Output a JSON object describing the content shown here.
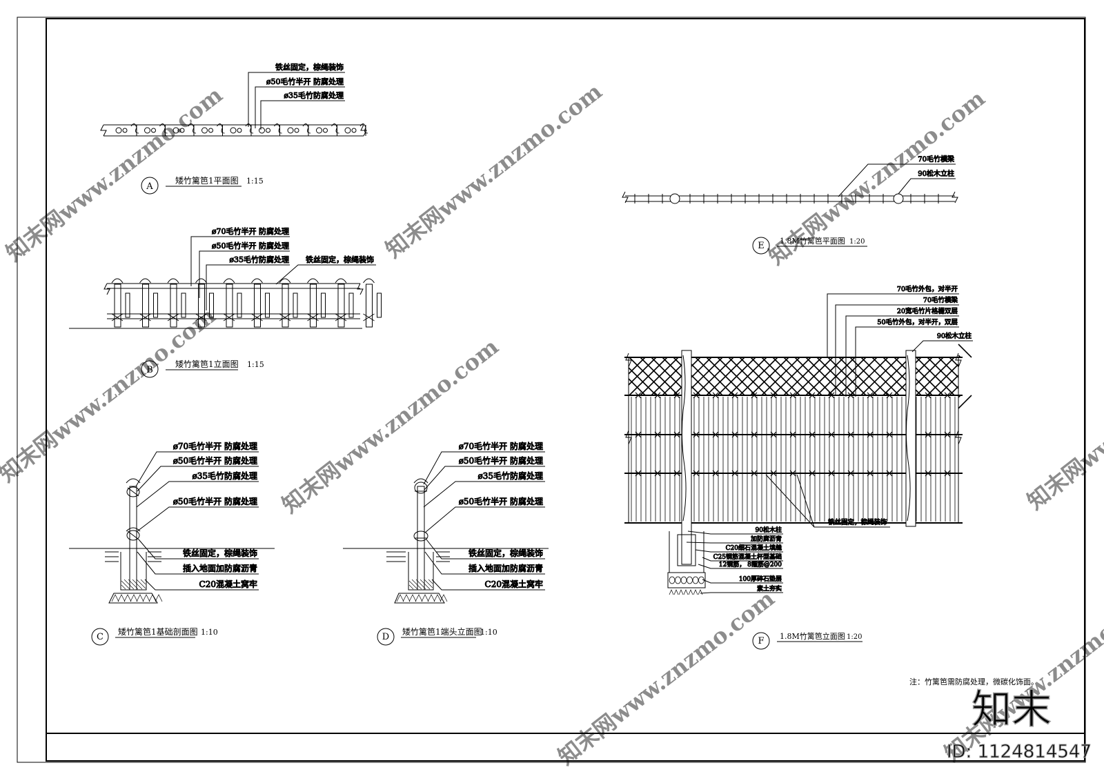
{
  "views": {
    "A": {
      "marker": "A",
      "title": "矮竹篱笆1平面图",
      "scale": "1:15",
      "callouts": [
        "铁丝固定，棕绳装饰",
        "ø50毛竹半开 防腐处理",
        "ø35毛竹防腐处理"
      ]
    },
    "B": {
      "marker": "B",
      "title": "矮竹篱笆1立面图",
      "scale": "1:15",
      "callouts": [
        "ø70毛竹半开 防腐处理",
        "ø50毛竹半开 防腐处理",
        "ø35毛竹防腐处理",
        "铁丝固定，棕绳装饰"
      ]
    },
    "C": {
      "marker": "C",
      "title": "矮竹篱笆1基础剖面图",
      "scale": "1:10",
      "callouts": [
        "ø70毛竹半开 防腐处理",
        "ø50毛竹半开 防腐处理",
        "ø35毛竹防腐处理",
        "ø50毛竹半开 防腐处理",
        "铁丝固定，棕绳装饰",
        "插入地面加防腐沥青",
        "C20混凝土窝牢"
      ]
    },
    "D": {
      "marker": "D",
      "title": "矮竹篱笆1端头立面图",
      "scale": "1:10",
      "callouts": [
        "ø70毛竹半开 防腐处理",
        "ø50毛竹半开 防腐处理",
        "ø35毛竹防腐处理",
        "ø50毛竹半开 防腐处理",
        "铁丝固定，棕绳装饰",
        "插入地面加防腐沥青",
        "C20混凝土窝牢"
      ]
    },
    "E": {
      "marker": "E",
      "title": "1.8M竹篱笆平面图",
      "scale": "1:20",
      "callouts": [
        "70毛竹横梁",
        "90松木立柱"
      ]
    },
    "F": {
      "marker": "F",
      "title": "1.8M竹篱笆立面图",
      "scale": "1:20",
      "callouts_top": [
        "70毛竹外包，对半开",
        "70毛竹横梁",
        "20宽毛竹片格栅双层",
        "50毛竹外包，对半开，双层",
        "90松木立柱"
      ],
      "callout_middle": "铁丝固定，棕绳装饰",
      "callouts_base": [
        "90松木柱",
        "加防腐沥青",
        "C20细石混凝土填缝",
        "C25钢筋混凝土杯型基础",
        "12钢筋，   8箍筋@200",
        "100厚碎石垫层",
        "素土夯实"
      ]
    }
  },
  "note": "注：竹篱笆需防腐处理，微碳化饰面。",
  "watermark": {
    "brand": "知末",
    "site": "知末网www.znzmo.com",
    "id_label": "ID: 1124814547"
  }
}
